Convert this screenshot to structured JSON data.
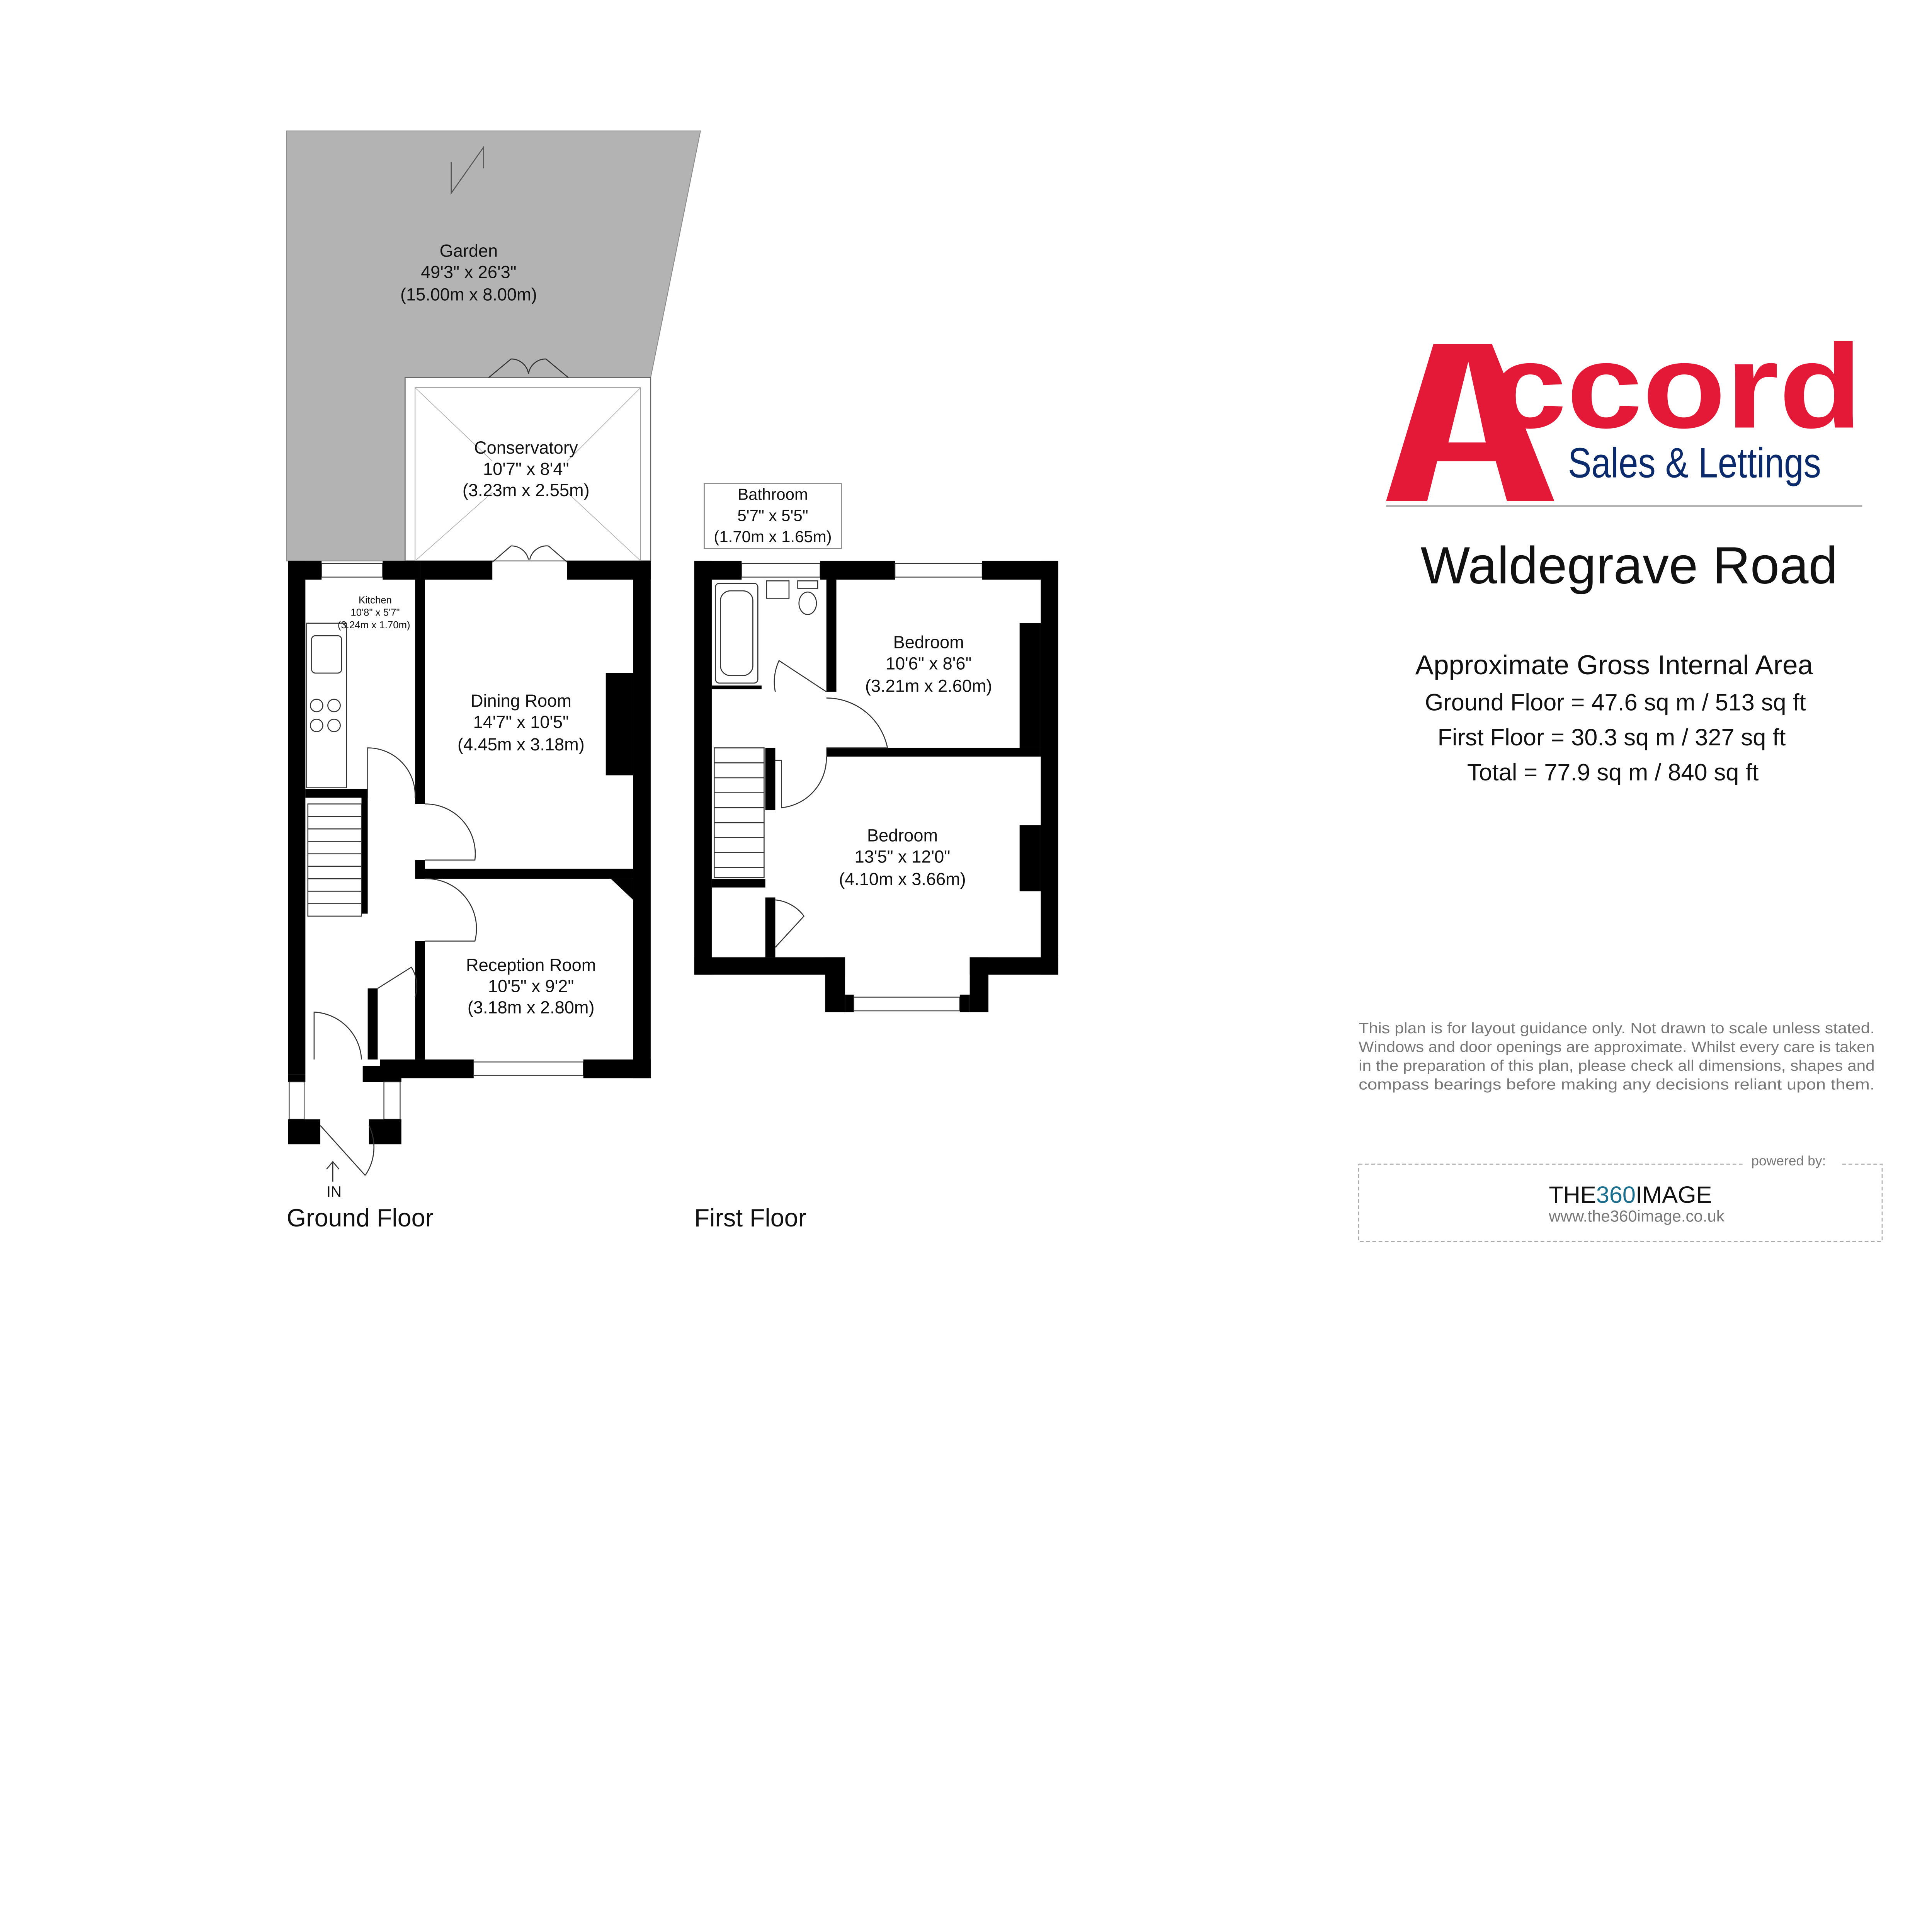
{
  "ground_floor": {
    "label": "Ground Floor",
    "entrance_label": "IN",
    "rooms": [
      {
        "name": "Garden",
        "imperial": "49'3\" x 26'3\"",
        "metric": "(15.00m x 8.00m)"
      },
      {
        "name": "Conservatory",
        "imperial": "10'7\" x 8'4\"",
        "metric": "(3.23m x 2.55m)"
      },
      {
        "name": "Kitchen",
        "imperial": "10'8\" x 5'7\"",
        "metric": "(3.24m x 1.70m)"
      },
      {
        "name": "Dining Room",
        "imperial": "14'7\" x 10'5\"",
        "metric": "(4.45m x 3.18m)"
      },
      {
        "name": "Reception Room",
        "imperial": "10'5\" x 9'2\"",
        "metric": "(3.18m x 2.80m)"
      }
    ]
  },
  "first_floor": {
    "label": "First Floor",
    "rooms": [
      {
        "name": "Bathroom",
        "imperial": "5'7\" x 5'5\"",
        "metric": "(1.70m x 1.65m)"
      },
      {
        "name": "Bedroom",
        "imperial": "10'6\" x 8'6\"",
        "metric": "(3.21m x 2.60m)"
      },
      {
        "name": "Bedroom",
        "imperial": "13'5\" x 12'0\"",
        "metric": "(4.10m x 3.66m)"
      }
    ]
  },
  "brand": {
    "logo_text": "Accord",
    "logo_subtext": "Sales & Lettings",
    "red": "#e31937",
    "navy": "#0a2a6b"
  },
  "property_title": "Waldegrave Road",
  "area": {
    "heading": "Approximate Gross Internal Area",
    "lines": [
      "Ground Floor = 47.6 sq m / 513 sq ft",
      "First Floor = 30.3 sq m / 327 sq ft",
      "Total = 77.9 sq m / 840 sq ft"
    ]
  },
  "disclaimer": [
    "This plan is for layout guidance only. Not drawn to scale unless stated.",
    "Windows and door openings are approximate. Whilst every care is taken",
    "in the preparation of this plan, please check all dimensions, shapes and",
    "compass bearings before making any decisions reliant upon them."
  ],
  "powered_by": {
    "label": "powered by:",
    "brand_pre": "THE",
    "brand_num": "360",
    "brand_post": "IMAGE",
    "brand_accent": "#1a6e8e",
    "url": "www.the360image.co.uk"
  }
}
